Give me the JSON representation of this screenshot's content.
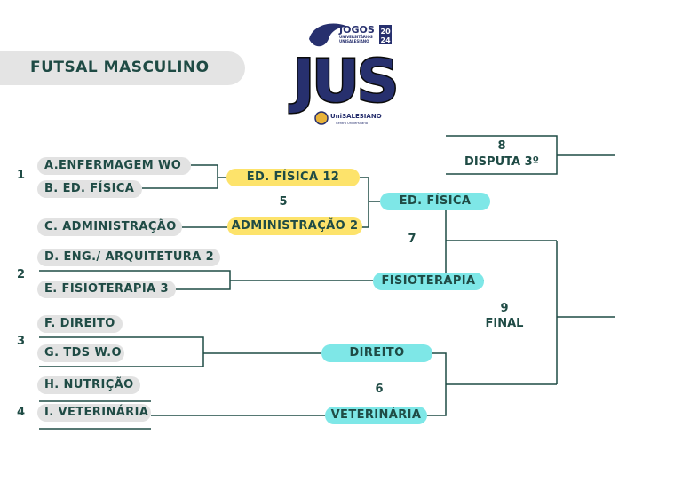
{
  "title": "FUTSAL MASCULINO",
  "logo": {
    "top": "JOGOS",
    "sub1": "UNIVERSITÁRIOS",
    "sub2": "UNISALESIANO",
    "year1": "20",
    "year2": "24",
    "main": "JUS",
    "org": "UniSALESIANO",
    "org_sub": "Centro Universitário"
  },
  "groups": [
    "1",
    "2",
    "3",
    "4"
  ],
  "teams": {
    "a": "A.ENFERMAGEM WO",
    "b": "B. ED. FÍSICA",
    "c": "C. ADMINISTRAÇÃO",
    "d": "D. ENG./ ARQUITETURA 2",
    "e": "E. FISIOTERAPIA 3",
    "f": "F. DIREITO",
    "g": "G. TDS W.O",
    "h": "H. NUTRIÇÃO",
    "i": "I. VETERINÁRIA"
  },
  "round2": {
    "edfisica": "ED. FÍSICA 12",
    "adm": "ADMINISTRAÇÃO 2",
    "game_num": "5"
  },
  "winners": {
    "edfisica": "ED. FÍSICA",
    "fisio": "FISIOTERAPIA",
    "direito": "DIREITO",
    "vet": "VETERINÁRIA"
  },
  "games": {
    "g6": "6",
    "g7": "7",
    "g8_num": "8",
    "g8_label": "DISPUTA 3º",
    "g9_num": "9",
    "g9_label": "FINAL"
  },
  "colors": {
    "line": "#1f4b45",
    "team_pill": "#e2e2e2",
    "yellow_pill": "#fde36b",
    "cyan_pill": "#7ee7e7",
    "logo_blue": "#27306e"
  }
}
